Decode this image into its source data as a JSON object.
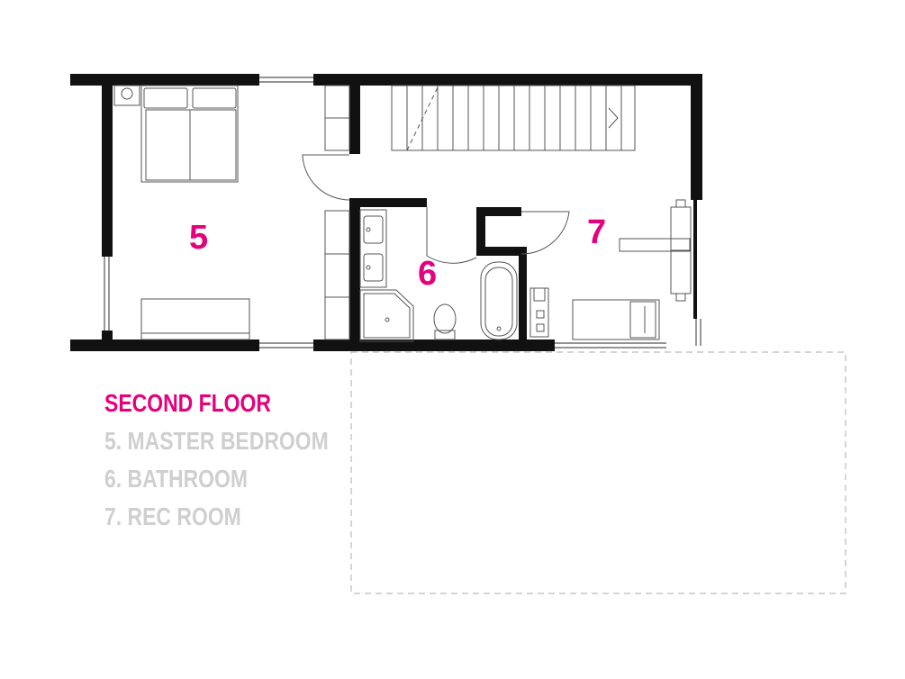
{
  "legend": {
    "title": "SECOND FLOOR",
    "items": [
      "5. MASTER BEDROOM",
      "6. BATHROOM",
      "7. REC ROOM"
    ]
  },
  "rooms": [
    {
      "number": "5"
    },
    {
      "number": "6"
    },
    {
      "number": "7"
    }
  ],
  "colors": {
    "accent": "#e6007e",
    "wall": "#111111",
    "legend_text": "#cfcfcf",
    "fixture_line": "#555555",
    "dashed_outline": "#bbbbbb"
  }
}
